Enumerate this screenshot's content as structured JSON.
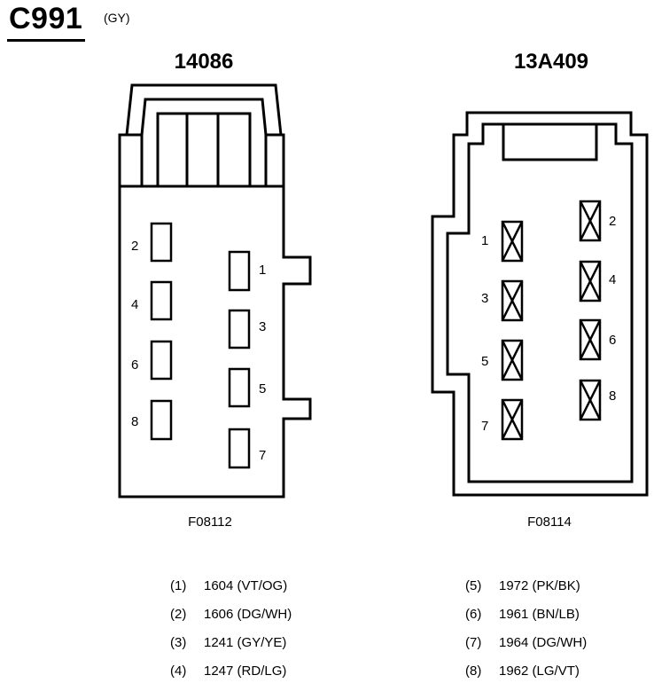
{
  "header": {
    "connector_id": "C991",
    "color_code": "(GY)"
  },
  "left_connector": {
    "part_number": "14086",
    "figure_id": "F08112",
    "pins": [
      {
        "label": "2"
      },
      {
        "label": "4"
      },
      {
        "label": "6"
      },
      {
        "label": "8"
      },
      {
        "label": "1"
      },
      {
        "label": "3"
      },
      {
        "label": "5"
      },
      {
        "label": "7"
      }
    ]
  },
  "right_connector": {
    "part_number": "13A409",
    "figure_id": "F08114",
    "pins": [
      {
        "label": "1"
      },
      {
        "label": "3"
      },
      {
        "label": "5"
      },
      {
        "label": "7"
      },
      {
        "label": "2"
      },
      {
        "label": "4"
      },
      {
        "label": "6"
      },
      {
        "label": "8"
      }
    ]
  },
  "pin_legend": {
    "left_column": [
      {
        "pin": "(1)",
        "circuit": "1604 (VT/OG)"
      },
      {
        "pin": "(2)",
        "circuit": "1606 (DG/WH)"
      },
      {
        "pin": "(3)",
        "circuit": "1241 (GY/YE)"
      },
      {
        "pin": "(4)",
        "circuit": "1247 (RD/LG)"
      }
    ],
    "right_column": [
      {
        "pin": "(5)",
        "circuit": "1972 (PK/BK)"
      },
      {
        "pin": "(6)",
        "circuit": "1961 (BN/LB)"
      },
      {
        "pin": "(7)",
        "circuit": "1964 (DG/WH)"
      },
      {
        "pin": "(8)",
        "circuit": "1962 (LG/VT)"
      }
    ]
  }
}
